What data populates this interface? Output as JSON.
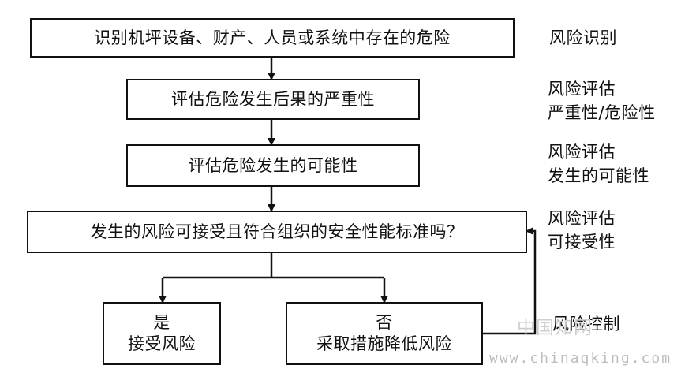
{
  "steps": {
    "identify": "识别机坪设备、财产、人员或系统中存在的危险",
    "severity": "评估危险发生后果的严重性",
    "likelihood": "评估危险发生的可能性",
    "decision": "发生的风险可接受且符合组织的安全性能标准吗？",
    "yes": {
      "line1": "是",
      "line2": "接受风险"
    },
    "no": {
      "line1": "否",
      "line2": "采取措施降低风险"
    }
  },
  "labels": {
    "identify": [
      "风险识别"
    ],
    "severity": [
      "风险评估",
      "严重性/危险性"
    ],
    "likelihood": [
      "风险评估",
      "发生的可能性"
    ],
    "acceptability": [
      "风险评估",
      "可接受性"
    ],
    "control": [
      "风险控制"
    ]
  },
  "watermark": {
    "cn": "中国知网",
    "url": "www.chinaqking.com"
  },
  "colors": {
    "stroke": "#111111",
    "background": "#ffffff"
  }
}
